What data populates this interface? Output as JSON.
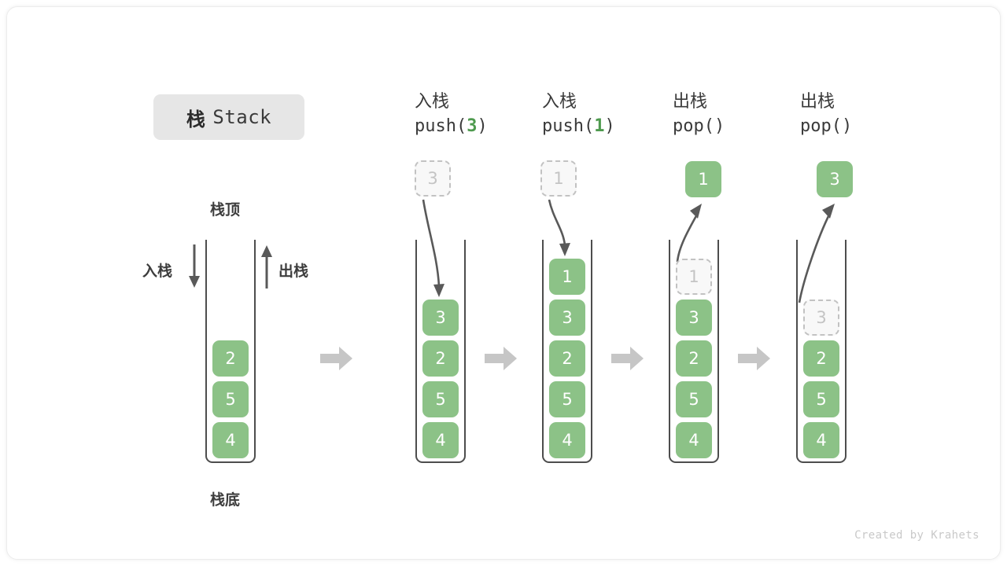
{
  "title": {
    "cn": "栈",
    "en": "Stack"
  },
  "labels": {
    "top": "栈顶",
    "bottom": "栈底",
    "push_side": "入栈",
    "pop_side": "出栈"
  },
  "credit": "Created by Krahets",
  "colors": {
    "cell_fill": "#8cc287",
    "cell_text": "#ffffff",
    "ghost_fill": "#f8f8f8",
    "ghost_border": "#c2c2c2",
    "ghost_text": "#c4c4c4",
    "wall": "#4d4d4d",
    "arrow": "#595959",
    "sep_arrow": "#c6c6c6",
    "chip_bg": "#e6e6e6",
    "accent_green": "#4e9a4e"
  },
  "columns": [
    {
      "id": "initial",
      "header_cn": "",
      "header_code_pre": "",
      "header_code_arg": "",
      "header_code_post": "",
      "stack": [
        "2",
        "5",
        "4"
      ],
      "incoming": null,
      "outgoing": null,
      "ghost_in_stack": null
    },
    {
      "id": "push-3",
      "header_cn": "入栈",
      "header_code_pre": "push(",
      "header_code_arg": "3",
      "header_code_post": ")",
      "stack": [
        "3",
        "2",
        "5",
        "4"
      ],
      "incoming": "3",
      "outgoing": null,
      "ghost_in_stack": null
    },
    {
      "id": "push-1",
      "header_cn": "入栈",
      "header_code_pre": "push(",
      "header_code_arg": "1",
      "header_code_post": ")",
      "stack": [
        "1",
        "3",
        "2",
        "5",
        "4"
      ],
      "incoming": "1",
      "outgoing": null,
      "ghost_in_stack": null
    },
    {
      "id": "pop-1",
      "header_cn": "出栈",
      "header_code_pre": "pop(",
      "header_code_arg": "",
      "header_code_post": ")",
      "stack": [
        "1",
        "3",
        "2",
        "5",
        "4"
      ],
      "incoming": null,
      "outgoing": "1",
      "ghost_in_stack": "1"
    },
    {
      "id": "pop-3",
      "header_cn": "出栈",
      "header_code_pre": "pop(",
      "header_code_arg": "",
      "header_code_post": ")",
      "stack": [
        "3",
        "2",
        "5",
        "4"
      ],
      "incoming": null,
      "outgoing": "3",
      "ghost_in_stack": "3"
    }
  ]
}
